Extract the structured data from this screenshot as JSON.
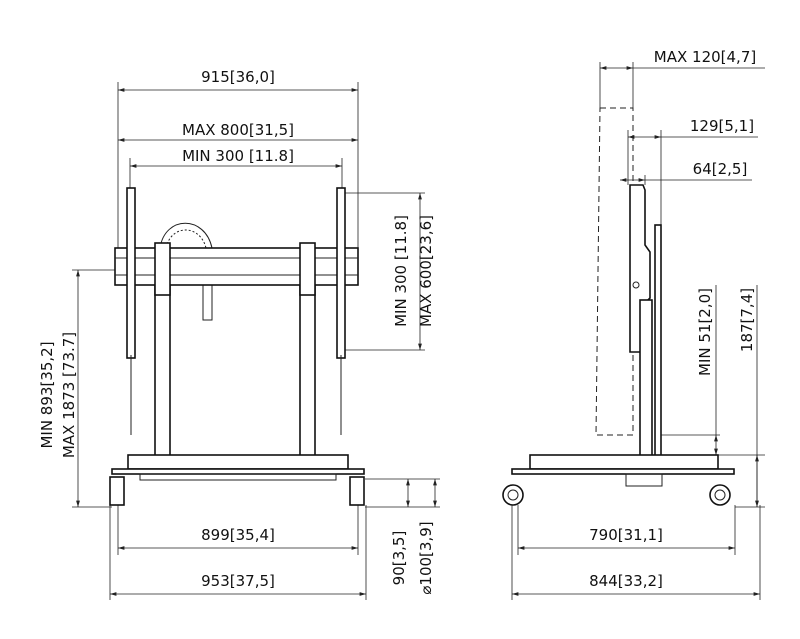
{
  "front_view": {
    "overall_width": "915[36,0]",
    "max_interface_width": "MAX 800[31,5]",
    "min_interface_width": "MIN 300 [11.8]",
    "min_interface_height": "MIN 300 [11.8]",
    "max_interface_height": "MAX 600[23,6]",
    "min_height": "MIN 893[35,2]",
    "max_height": "MAX 1873 [73.7]",
    "inner_base_width": "899[35,4]",
    "outer_base_width": "953[37,5]",
    "caster_height": "90[3,5]",
    "caster_diameter": "⌀100[3,9]"
  },
  "side_view": {
    "max_display_depth": "MAX 120[4,7]",
    "mount_depth": "129[5,1]",
    "plate_depth": "64[2,5]",
    "min_floor_clearance": "MIN 51[2,0]",
    "base_height": "187[7,4]",
    "inner_base_depth": "790[31,1]",
    "outer_base_depth": "844[33,2]"
  }
}
